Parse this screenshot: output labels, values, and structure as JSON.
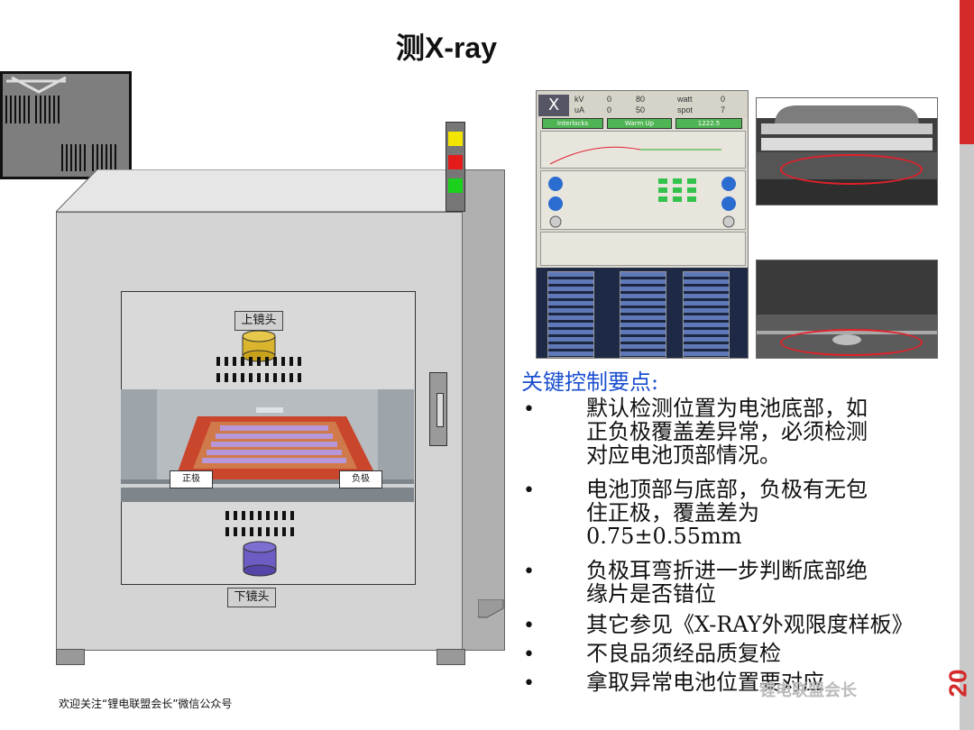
{
  "title": "测X-ray",
  "page_number": "20",
  "lens_labels": {
    "upper": "上镜头",
    "lower": "下镜头"
  },
  "pole_labels": {
    "positive": "正极",
    "negative": "负极"
  },
  "software": {
    "kv_label": "kV",
    "kv_val": "0",
    "kv_set": "80",
    "ua_label": "uA",
    "ua_val": "0",
    "ua_set": "50",
    "watt_label": "watt",
    "watt_val": "0",
    "spot_label": "spot",
    "spot_val": "7",
    "btn_interlocks": "Interlocks",
    "btn_warmup": "Warm Up",
    "btn_value": "1222.5"
  },
  "heading": "关键控制要点:",
  "bullets": [
    "默认检测位置为电池底部，如正负极覆盖差异常，必须检测对应电池顶部情况。",
    "电池顶部与底部，负极有无包住正极，覆盖差为0.75±0.55mm",
    "负极耳弯折进一步判断底部绝缘片是否错位",
    "其它参见《X-RAY外观限度样板》",
    "不良品须经品质复检",
    "拿取异常电池位置要对应"
  ],
  "bullet_lines": [
    [
      "默认检测位置为电池底部，如",
      "正负极覆盖差异常，必须检测",
      "对应电池顶部情况。"
    ],
    [
      "电池顶部与底部，负极有无包",
      "住正极，覆盖差为",
      "0.75±0.55mm"
    ],
    [
      "负极耳弯折进一步判断底部绝",
      "缘片是否错位"
    ],
    [
      "其它参见《X-RAY外观限度样板》"
    ],
    [
      "不良品须经品质复检"
    ],
    [
      "拿取异常电池位置要对应"
    ]
  ],
  "bullet_symbol": "•",
  "footer": "欢迎关注“锂电联盟会长”微信公众号",
  "watermark": "锂电联盟会长",
  "colors": {
    "accent_blue": "#1a4fd0",
    "red": "#d42a2a",
    "lamp_yellow": "#f2e600",
    "lamp_red": "#e51a1a",
    "lamp_green": "#1bd11b"
  }
}
